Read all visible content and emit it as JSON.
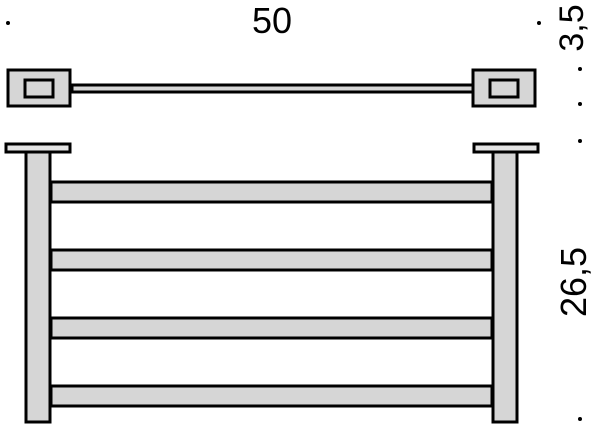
{
  "dimensions": {
    "width_label": "50",
    "top_depth_label": "3,5",
    "height_label": "26,5"
  },
  "colors": {
    "outline": "#000000",
    "fill": "#d6d6d6",
    "background": "#ffffff"
  },
  "rails": {
    "count": 4
  }
}
